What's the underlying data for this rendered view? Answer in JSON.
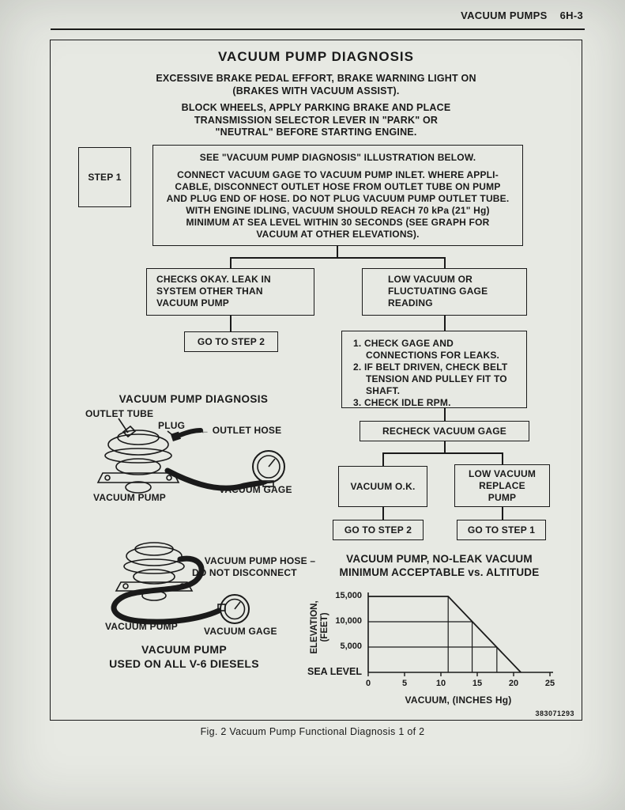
{
  "page": {
    "header_left": "VACUUM PUMPS",
    "header_right": "6H-3",
    "caption": "Fig. 2 Vacuum Pump Functional Diagnosis 1 of 2",
    "doc_number": "383071293"
  },
  "flow": {
    "title": "VACUUM PUMP DIAGNOSIS",
    "intro1": [
      "EXCESSIVE BRAKE PEDAL EFFORT, BRAKE WARNING LIGHT ON",
      "(BRAKES WITH VACUUM ASSIST)."
    ],
    "intro2": [
      "BLOCK WHEELS, APPLY PARKING BRAKE AND PLACE",
      "TRANSMISSION SELECTOR LEVER IN \"PARK\" OR",
      "\"NEUTRAL\" BEFORE STARTING ENGINE."
    ],
    "step1_label": "STEP 1",
    "step1_see": "SEE \"VACUUM PUMP DIAGNOSIS\" ILLUSTRATION BELOW.",
    "step1_body": [
      "CONNECT VACUUM GAGE TO VACUUM PUMP INLET. WHERE APPLI-",
      "CABLE, DISCONNECT OUTLET HOSE FROM OUTLET TUBE ON PUMP",
      "AND PLUG END OF HOSE. DO NOT PLUG VACUUM PUMP OUTLET TUBE.",
      "WITH ENGINE IDLING, VACUUM SHOULD REACH 70 kPa (21\" Hg)",
      "MINIMUM AT SEA LEVEL WITHIN 30 SECONDS (SEE GRAPH FOR",
      "VACUUM AT OTHER ELEVATIONS)."
    ],
    "checks_okay": [
      "CHECKS OKAY. LEAK IN",
      "SYSTEM OTHER THAN",
      "VACUUM PUMP"
    ],
    "low_vacuum": [
      "LOW VACUUM OR",
      "FLUCTUATING GAGE",
      "READING"
    ],
    "goto_step2_a": "GO TO STEP 2",
    "checklist": [
      "1. CHECK GAGE AND\nCONNECTIONS FOR LEAKS.",
      "2. IF BELT DRIVEN, CHECK BELT\nTENSION AND PULLEY FIT TO\nSHAFT.",
      "3. CHECK IDLE RPM."
    ],
    "recheck": "RECHECK VACUUM GAGE",
    "vacuum_ok": "VACUUM O.K.",
    "low_vacuum_replace": [
      "LOW VACUUM",
      "REPLACE",
      "PUMP"
    ],
    "goto_step2_b": "GO TO STEP 2",
    "goto_step1": "GO TO STEP 1"
  },
  "illus1": {
    "title": "VACUUM PUMP DIAGNOSIS",
    "outlet_tube": "OUTLET TUBE",
    "plug": "PLUG",
    "outlet_hose": "← OUTLET HOSE",
    "vacuum_pump": "VACUUM PUMP",
    "vacuum_gage": "VACUUM GAGE"
  },
  "illus2": {
    "hose_note": [
      "← VACUUM PUMP HOSE –",
      "DO NOT DISCONNECT"
    ],
    "vacuum_pump": "VACUUM PUMP",
    "vacuum_gage": "VACUUM GAGE",
    "footer": [
      "VACUUM PUMP",
      "USED ON ALL V-6 DIESELS"
    ]
  },
  "chart_data": {
    "type": "line",
    "title": [
      "VACUUM PUMP, NO-LEAK VACUUM",
      "MINIMUM ACCEPTABLE vs. ALTITUDE"
    ],
    "xlabel": "VACUUM, (INCHES Hg)",
    "ylabel": [
      "ELEVATION,",
      "(FEET)"
    ],
    "xlim": [
      0,
      25
    ],
    "ylim": [
      0,
      15000
    ],
    "x_ticks": [
      0,
      5,
      10,
      15,
      20,
      25
    ],
    "y_tick_labels": [
      "15,000",
      "10,000",
      "5,000",
      "SEA LEVEL"
    ],
    "y_tick_values": [
      15000,
      10000,
      5000,
      0
    ],
    "grid": true,
    "legend": "none",
    "series": [
      {
        "name": "minimum acceptable no-leak vacuum vs altitude",
        "points": [
          [
            0,
            15000
          ],
          [
            11,
            15000
          ],
          [
            21,
            0
          ]
        ]
      }
    ],
    "grid_v": [
      {
        "x": 11,
        "y_top": 15000
      },
      {
        "x": 14.3,
        "y_top": 10000
      },
      {
        "x": 17.7,
        "y_top": 5000
      }
    ],
    "grid_h": [
      {
        "y": 10000,
        "x_right": 14.3
      },
      {
        "y": 5000,
        "x_right": 17.7
      }
    ]
  }
}
